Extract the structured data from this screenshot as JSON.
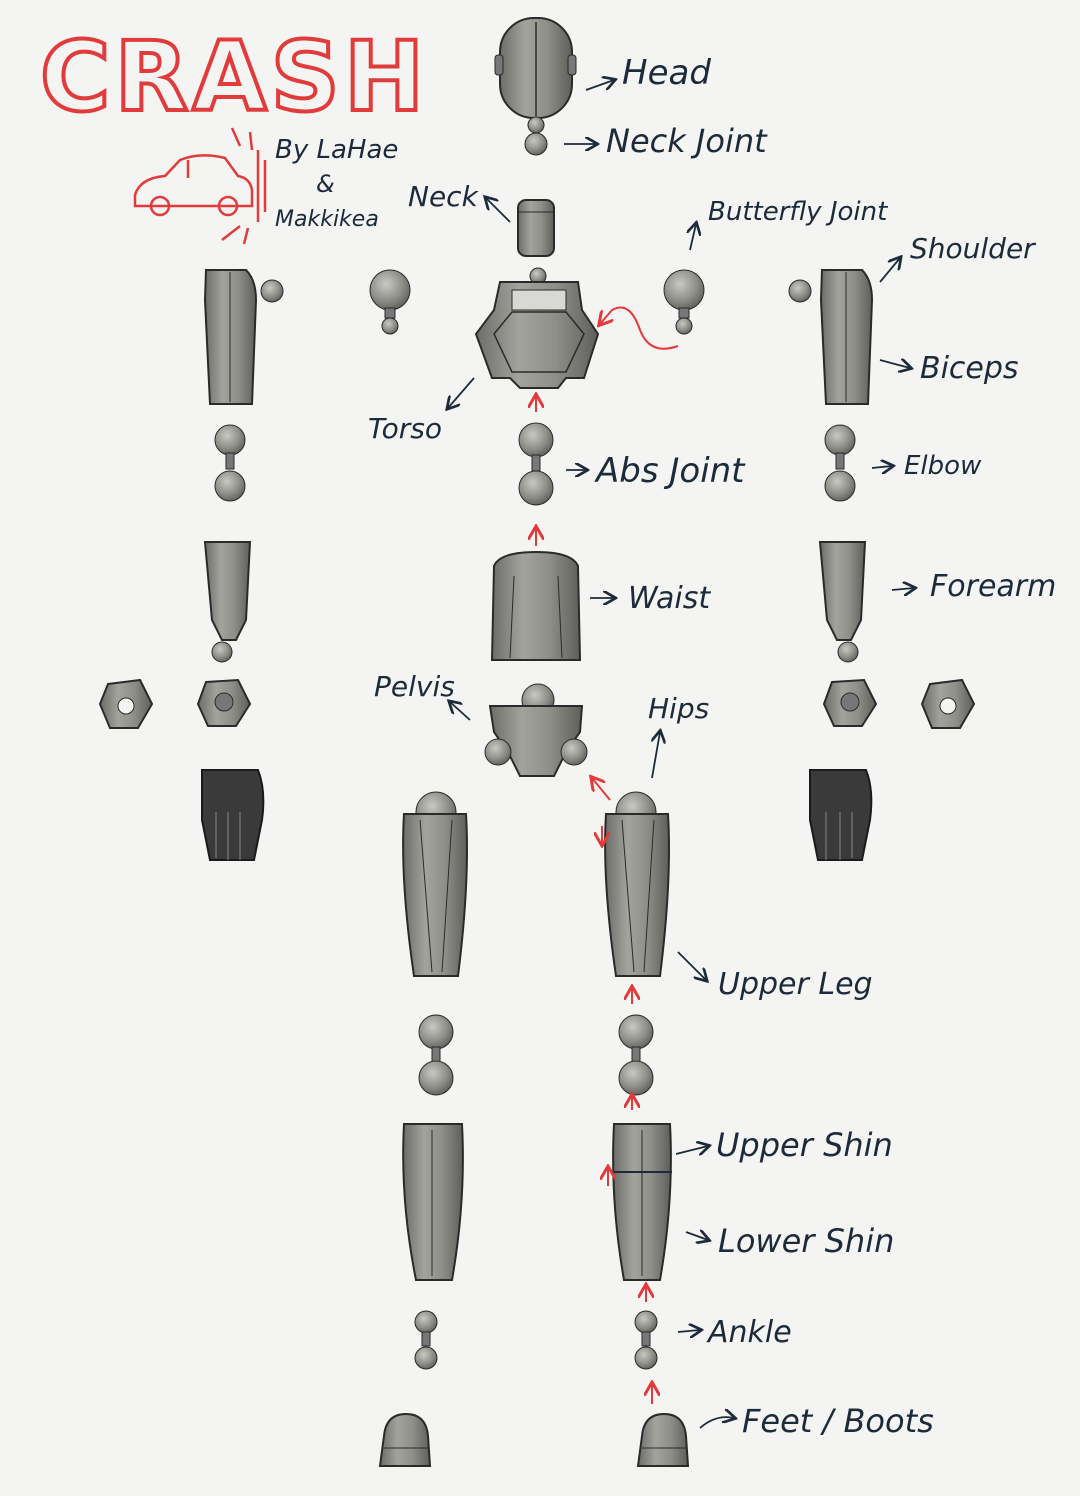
{
  "title": "CRASH",
  "credits": {
    "by": "By LaHae",
    "amp": "&",
    "author2": "Makkikea"
  },
  "labels": {
    "head": "Head",
    "neck_joint": "Neck Joint",
    "neck": "Neck",
    "butterfly_joint": "Butterfly Joint",
    "shoulder": "Shoulder",
    "biceps": "Biceps",
    "torso": "Torso",
    "abs_joint": "Abs Joint",
    "elbow": "Elbow",
    "waist": "Waist",
    "forearm": "Forearm",
    "pelvis": "Pelvis",
    "hips": "Hips",
    "upper_leg": "Upper Leg",
    "upper_shin": "Upper Shin",
    "lower_shin": "Lower Shin",
    "ankle": "Ankle",
    "feet_boots": "Feet / Boots"
  },
  "colors": {
    "part_fill": "#8a8a86",
    "part_stroke": "#2a2a2a",
    "hand_fill": "#3a3a3a",
    "annotation_red": "#e23b3b",
    "label_ink": "#1c2a3a",
    "background": "#f4f4f2"
  }
}
